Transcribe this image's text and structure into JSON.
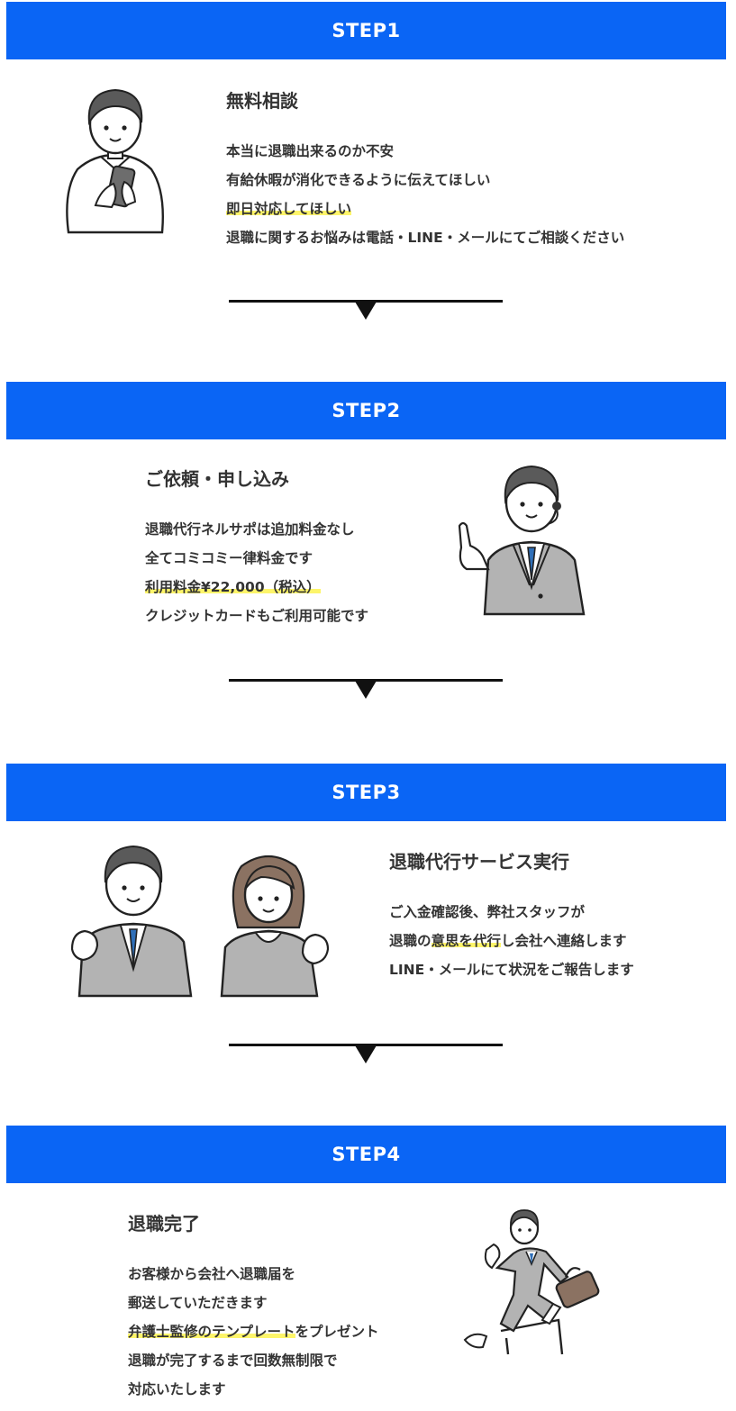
{
  "steps": [
    {
      "label": "STEP1",
      "title": "無料相談",
      "lines": [
        {
          "text": "本当に退職出来るのか不安"
        },
        {
          "text": "有給休暇が消化できるように伝えてほしい"
        },
        {
          "pre": "",
          "hl": "即日対応してほしい",
          "post": ""
        },
        {
          "text": "退職に関するお悩みは電話・LINE・メールにてご相談ください"
        }
      ]
    },
    {
      "label": "STEP2",
      "title": "ご依頼・申し込み",
      "lines": [
        {
          "text": "退職代行ネルサポは追加料金なし"
        },
        {
          "text": "全てコミコミー律料金です"
        },
        {
          "pre": "",
          "hl": "利用料金¥22,000（税込）",
          "post": ""
        },
        {
          "text": "クレジットカードもご利用可能です"
        }
      ]
    },
    {
      "label": "STEP3",
      "title": "退職代行サービス実行",
      "lines": [
        {
          "text": "ご入金確認後、弊社スタッフが"
        },
        {
          "pre": "退職の",
          "hl": "意思を代行",
          "post": "し会社へ連絡します"
        },
        {
          "text": "LINE・メールにて状況をご報告します"
        }
      ]
    },
    {
      "label": "STEP4",
      "title": "退職完了",
      "lines": [
        {
          "text": "お客様から会社へ退職届を"
        },
        {
          "text": "郵送していただきます"
        },
        {
          "pre": "",
          "hl": "弁護士監修のテンプレート",
          "post": "をプレゼント"
        },
        {
          "text": "退職が完了するまで回数無制限で"
        },
        {
          "text": "対応いたします"
        }
      ]
    }
  ],
  "colors": {
    "header_bg": "#0a65f5",
    "header_text": "#ffffff",
    "highlight": "#fdf56a",
    "arrow": "#111111",
    "suit": "#b3b3b3",
    "tie": "#2f6fb8",
    "hair": "#5a5a5a"
  }
}
